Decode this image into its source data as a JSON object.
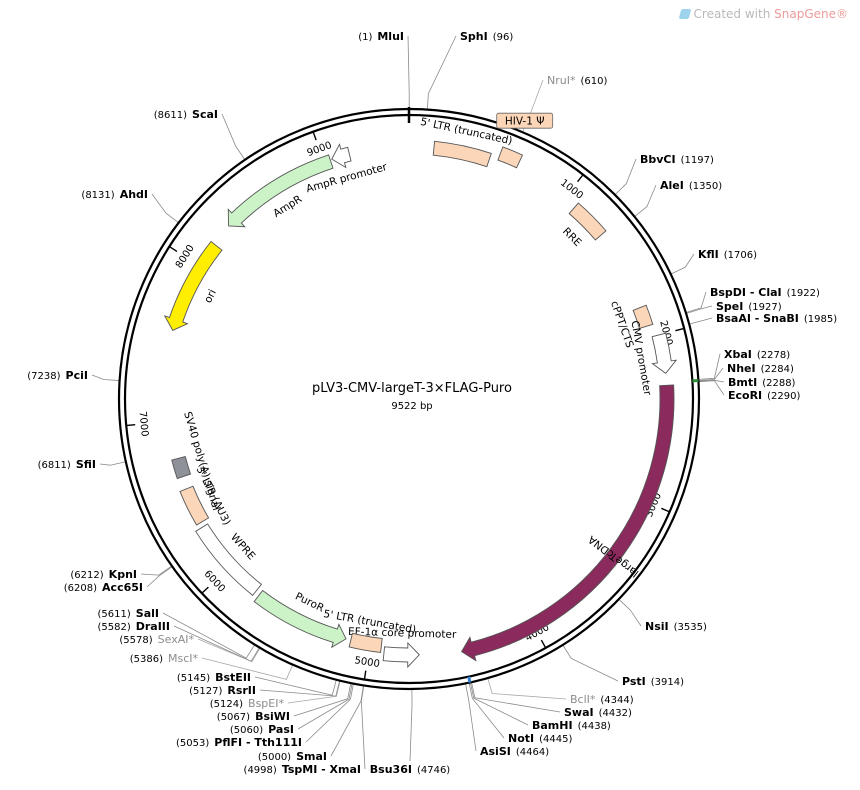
{
  "brand": {
    "prefix": "Created with ",
    "name": "SnapGene®",
    "name_color": "#ee9a9a"
  },
  "plasmid": {
    "name": "pLV3-CMV-largeT-3×FLAG-Puro",
    "length": "9522 bp",
    "length_bp": 9522
  },
  "ticks": [
    "1000",
    "2000",
    "3000",
    "4000",
    "5000",
    "6000",
    "7000",
    "8000",
    "9000"
  ],
  "features": [
    {
      "name": "5' LTR (truncated)",
      "color": "#fbd6b8",
      "kind": "box",
      "start": 150,
      "end": 490
    },
    {
      "name": "HIV-1 Ψ",
      "color": "#fbd6b8",
      "kind": "box",
      "start": 540,
      "end": 660
    },
    {
      "name": "RRE",
      "color": "#fbd6b8",
      "kind": "box",
      "start": 1080,
      "end": 1310
    },
    {
      "name": "cPPT/CTS",
      "color": "#fbd6b8",
      "kind": "box",
      "start": 1810,
      "end": 1930
    },
    {
      "name": "CMV promoter",
      "color": "#ffffff",
      "kind": "arrow",
      "start": 2000,
      "end": 2230
    },
    {
      "name": "largeTcDNA",
      "color": "#8b2a5c",
      "kind": "arrow",
      "start": 2300,
      "end": 4450
    },
    {
      "name": "EF-1α core promoter",
      "color": "#ffffff",
      "kind": "arrow",
      "start": 4700,
      "end": 4910
    },
    {
      "name": "5' LTR (truncated)",
      "color": "#fbd6b8",
      "kind": "box",
      "start": 4930,
      "end": 5120
    },
    {
      "name": "PuroR",
      "color": "#ccf3c8",
      "kind": "arrow",
      "start": 5150,
      "end": 5750
    },
    {
      "name": "WPRE",
      "color": "#ffffff",
      "kind": "box",
      "start": 5780,
      "end": 6300
    },
    {
      "name": "3' LTR (ΔU3)",
      "color": "#fbd6b8",
      "kind": "box",
      "start": 6330,
      "end": 6560
    },
    {
      "name": "SV40 poly(A) signal",
      "color": "#8e9298",
      "kind": "box",
      "start": 6640,
      "end": 6760
    },
    {
      "name": "ori",
      "color": "#ffee00",
      "kind": "arrow",
      "start": 7570,
      "end": 8160
    },
    {
      "name": "AmpR",
      "color": "#ccf3c8",
      "kind": "arrow",
      "start": 8300,
      "end": 9040
    },
    {
      "name": "AmpR promoter",
      "color": "#ffffff",
      "kind": "arrow",
      "start": 9050,
      "end": 9160
    }
  ],
  "sites": [
    {
      "pos": "(1)",
      "name": "MluI",
      "gray": false
    },
    {
      "pos": "(96)",
      "name": "SphI",
      "gray": false
    },
    {
      "pos": "(610)",
      "name": "NruI*",
      "gray": true
    },
    {
      "pos": "(1197)",
      "name": "BbvCI",
      "gray": false
    },
    {
      "pos": "(1350)",
      "name": "AleI",
      "gray": false
    },
    {
      "pos": "(1706)",
      "name": "KflI",
      "gray": false
    },
    {
      "pos": "(1922)",
      "name": "BspDI - ClaI",
      "gray": false
    },
    {
      "pos": "(1927)",
      "name": "SpeI",
      "gray": false
    },
    {
      "pos": "(1985)",
      "name": "BsaAI - SnaBI",
      "gray": false
    },
    {
      "pos": "(2278)",
      "name": "XbaI",
      "gray": false
    },
    {
      "pos": "(2284)",
      "name": "NheI",
      "gray": false
    },
    {
      "pos": "(2288)",
      "name": "BmtI",
      "gray": false
    },
    {
      "pos": "(2290)",
      "name": "EcoRI",
      "gray": false
    },
    {
      "pos": "(3535)",
      "name": "NsiI",
      "gray": false
    },
    {
      "pos": "(3914)",
      "name": "PstI",
      "gray": false
    },
    {
      "pos": "(4344)",
      "name": "BclI*",
      "gray": true
    },
    {
      "pos": "(4432)",
      "name": "SwaI",
      "gray": false
    },
    {
      "pos": "(4438)",
      "name": "BamHI",
      "gray": false
    },
    {
      "pos": "(4445)",
      "name": "NotI",
      "gray": false
    },
    {
      "pos": "(4464)",
      "name": "AsiSI",
      "gray": false
    },
    {
      "pos": "(4746)",
      "name": "Bsu36I",
      "gray": false
    },
    {
      "pos": "(4998)",
      "name": "TspMI - XmaI",
      "gray": false
    },
    {
      "pos": "(5000)",
      "name": "SmaI",
      "gray": false
    },
    {
      "pos": "(5053)",
      "name": "PflFI - Tth111I",
      "gray": false
    },
    {
      "pos": "(5060)",
      "name": "PasI",
      "gray": false
    },
    {
      "pos": "(5067)",
      "name": "BsiWI",
      "gray": false
    },
    {
      "pos": "(5124)",
      "name": "BspEI*",
      "gray": true
    },
    {
      "pos": "(5127)",
      "name": "RsrII",
      "gray": false
    },
    {
      "pos": "(5145)",
      "name": "BstEII",
      "gray": false
    },
    {
      "pos": "(5386)",
      "name": "MscI*",
      "gray": true
    },
    {
      "pos": "(5578)",
      "name": "SexAI*",
      "gray": true
    },
    {
      "pos": "(5582)",
      "name": "DraIII",
      "gray": false
    },
    {
      "pos": "(5611)",
      "name": "SalI",
      "gray": false
    },
    {
      "pos": "(6208)",
      "name": "Acc65I",
      "gray": false
    },
    {
      "pos": "(6212)",
      "name": "KpnI",
      "gray": false
    },
    {
      "pos": "(6811)",
      "name": "SfiI",
      "gray": false
    },
    {
      "pos": "(7238)",
      "name": "PciI",
      "gray": false
    },
    {
      "pos": "(8131)",
      "name": "AhdI",
      "gray": false
    },
    {
      "pos": "(8611)",
      "name": "ScaI",
      "gray": false
    }
  ]
}
